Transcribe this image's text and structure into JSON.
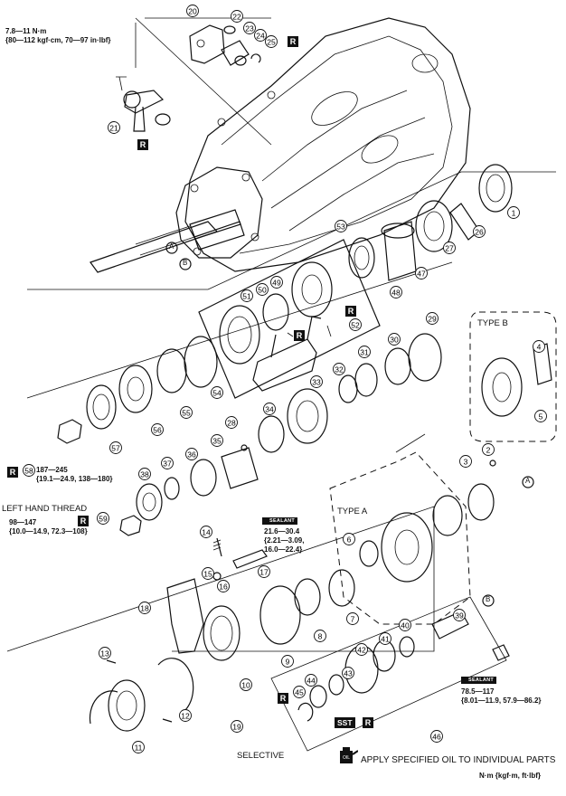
{
  "torques": {
    "t1": {
      "main": "7.8—11 N·m",
      "sub": "{80—112 kgf·cm, 70—97 in·lbf}"
    },
    "t58": {
      "main": "187—245",
      "sub": "{19.1—24.9, 138—180}"
    },
    "t59": {
      "main": "98—147",
      "sub": "{10.0—14.9, 72.3—108}"
    },
    "t_sealant1": {
      "l1": "21.6—30.4",
      "l2": "{2.21—3.09,",
      "l3": "16.0—22.4}"
    },
    "t_sealant2": {
      "l1": "78.5—117",
      "l2": "{8.01—11.9, 57.9—86.2}"
    }
  },
  "labels": {
    "left_hand_thread": "LEFT HAND THREAD",
    "type_a": "TYPE A",
    "type_b": "TYPE B",
    "selective": "SELECTIVE",
    "apply_oil": "APPLY SPECIFIED OIL TO INDIVIDUAL PARTS",
    "units": "N·m {kgf·m, ft·lbf}",
    "oil_icon_text": "OIL",
    "ref_a": "A",
    "ref_b": "B",
    "replace_mark": "R",
    "sealant_mark": "SEALANT",
    "sst_mark": "SST"
  },
  "callouts": [
    "1",
    "2",
    "3",
    "4",
    "5",
    "6",
    "7",
    "8",
    "9",
    "10",
    "11",
    "12",
    "13",
    "14",
    "15",
    "16",
    "17",
    "18",
    "19",
    "20",
    "21",
    "22",
    "23",
    "24",
    "25",
    "26",
    "27",
    "28",
    "29",
    "30",
    "31",
    "32",
    "33",
    "34",
    "35",
    "36",
    "37",
    "38",
    "39",
    "40",
    "41",
    "42",
    "43",
    "44",
    "45",
    "46",
    "47",
    "48",
    "49",
    "50",
    "51",
    "52",
    "53",
    "54",
    "55",
    "56",
    "57",
    "58",
    "59"
  ]
}
